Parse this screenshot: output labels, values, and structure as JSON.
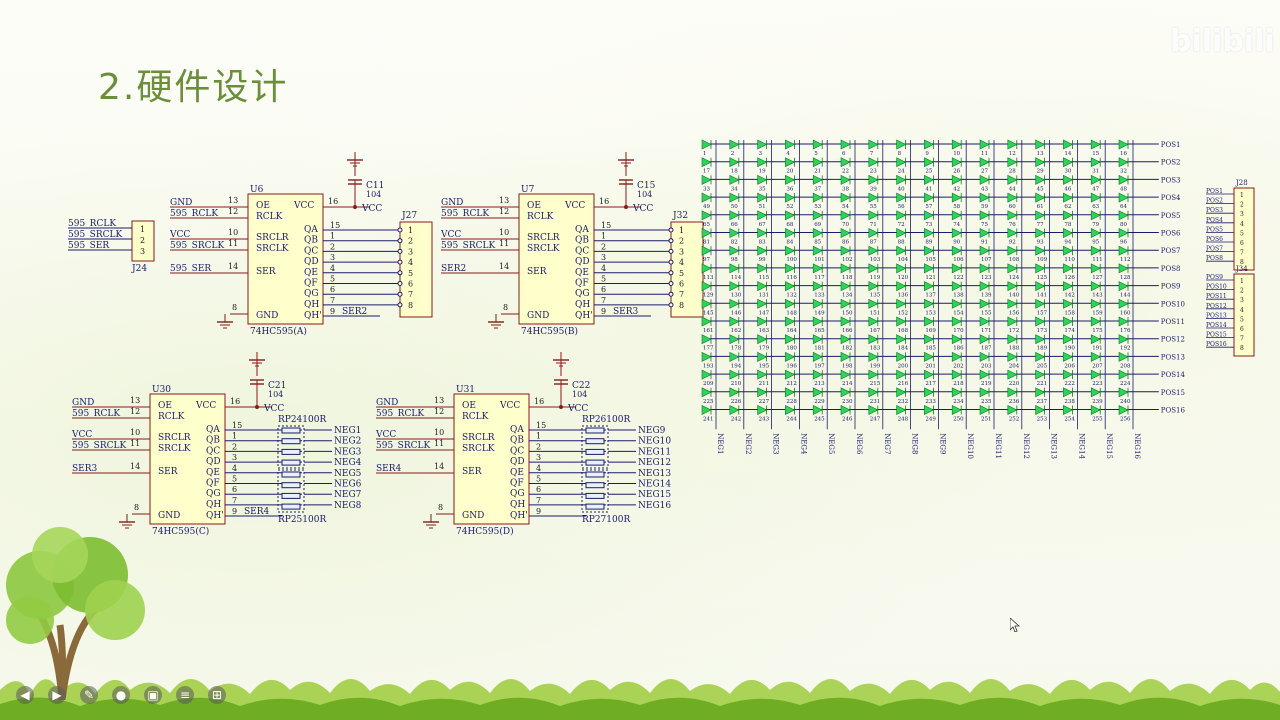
{
  "slide": {
    "title": "2.硬件设计",
    "watermark": "bilibili"
  },
  "chips": [
    {
      "ref": "U6",
      "name": "74HC595(A)",
      "ser": "595_SER",
      "cap": "C11",
      "cap_val": "104",
      "conn": "J27",
      "out": "SER2"
    },
    {
      "ref": "U7",
      "name": "74HC595(B)",
      "ser": "SER2",
      "cap": "C15",
      "cap_val": "104",
      "conn": "J32",
      "out": "SER3"
    },
    {
      "ref": "U30",
      "name": "74HC595(C)",
      "ser": "SER3",
      "cap": "C21",
      "cap_val": "104",
      "rp1": "RP24",
      "rp2": "RP25",
      "rp_val": "100R",
      "out": "SER4"
    },
    {
      "ref": "U31",
      "name": "74HC595(D)",
      "ser": "SER4",
      "cap": "C22",
      "cap_val": "104",
      "rp1": "RP26",
      "rp2": "RP27",
      "rp_val": "100R",
      "out": ""
    }
  ],
  "pin_labels": {
    "gnd": "GND",
    "rclk": "595_RCLK",
    "vcc": "VCC",
    "srclk": "595_SRCLK",
    "oe": "OE",
    "rclk_pin": "RCLK",
    "srclr": "SRCLR",
    "srclk_pin": "SRCLK",
    "ser_pin": "SER",
    "vcc_pin": "VCC",
    "gnd_pin": "GND",
    "qh2": "QH'"
  },
  "q_labels": [
    "QA",
    "QB",
    "QC",
    "QD",
    "QE",
    "QF",
    "QG",
    "QH"
  ],
  "j24": {
    "ref": "J24",
    "lines": [
      "595_RCLK",
      "595_SRCLK",
      "595_SER"
    ],
    "pins": [
      "1",
      "2",
      "3"
    ]
  },
  "neg_c": [
    "NEG1",
    "NEG2",
    "NEG3",
    "NEG4",
    "NEG5",
    "NEG6",
    "NEG7",
    "NEG8"
  ],
  "neg_d": [
    "NEG9",
    "NEG10",
    "NEG11",
    "NEG12",
    "NEG13",
    "NEG14",
    "NEG15",
    "NEG16"
  ],
  "pos_right": [
    "POS1",
    "POS2",
    "POS3",
    "POS4",
    "POS5",
    "POS6",
    "POS7",
    "POS8",
    "POS9",
    "POS10",
    "POS11",
    "POS12",
    "POS13",
    "POS14",
    "POS15",
    "POS16"
  ],
  "j28": {
    "ref": "J28",
    "lines": [
      "POS1",
      "POS2",
      "POS3",
      "POS4",
      "POS5",
      "POS6",
      "POS7",
      "POS8"
    ]
  },
  "j34": {
    "ref": "J34",
    "lines": [
      "POS9",
      "POS10",
      "POS11",
      "POS12",
      "POS13",
      "POS14",
      "POS15",
      "POS16"
    ]
  },
  "toolbar": [
    "prev",
    "play",
    "pen",
    "pointer",
    "camera",
    "notes",
    "grid"
  ]
}
